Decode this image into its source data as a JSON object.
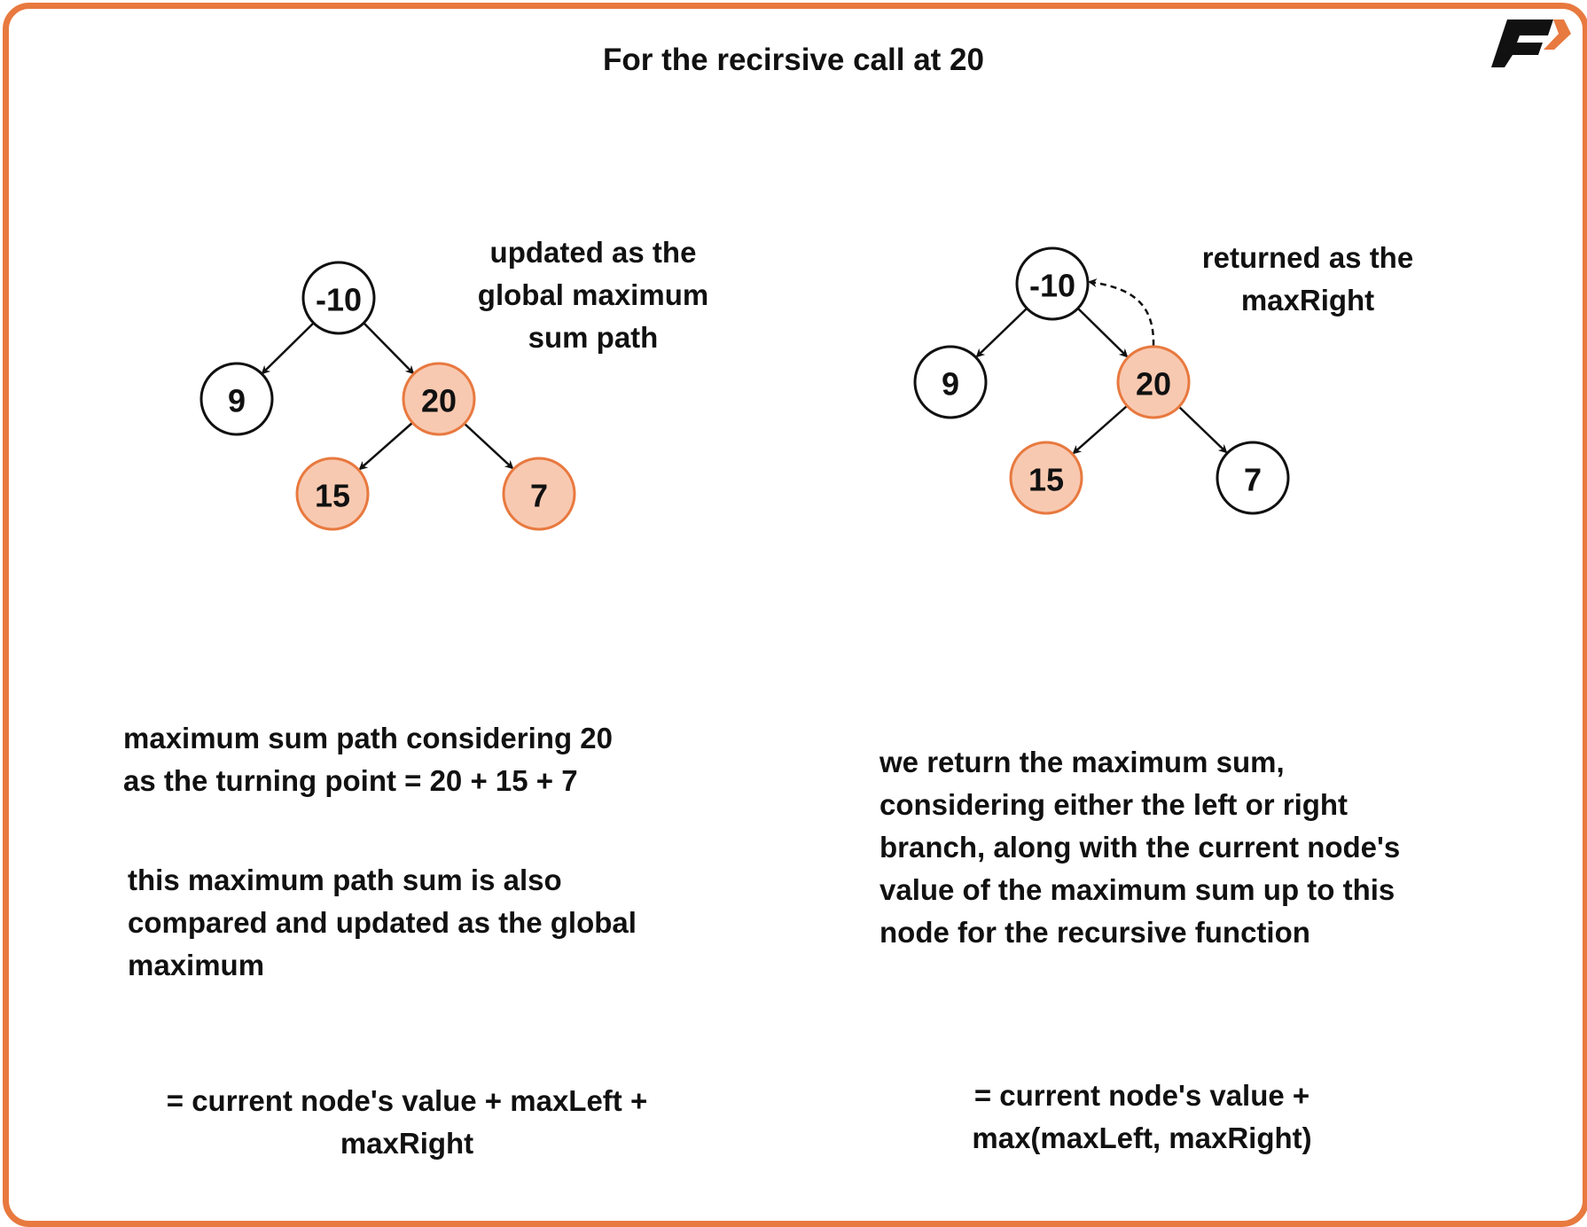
{
  "title": "For the recirsive call at 20",
  "colors": {
    "accent": "#E8793F",
    "highlight_fill": "#F8C9B1"
  },
  "left_tree": {
    "nodes": [
      {
        "value": "-10",
        "highlighted": false
      },
      {
        "value": "9",
        "highlighted": false
      },
      {
        "value": "20",
        "highlighted": true
      },
      {
        "value": "15",
        "highlighted": true
      },
      {
        "value": "7",
        "highlighted": true
      }
    ],
    "note": [
      "updated as the",
      "global maximum",
      "sum path"
    ]
  },
  "right_tree": {
    "nodes": [
      {
        "value": "-10",
        "highlighted": false
      },
      {
        "value": "9",
        "highlighted": false
      },
      {
        "value": "20",
        "highlighted": true
      },
      {
        "value": "15",
        "highlighted": true
      },
      {
        "value": "7",
        "highlighted": false
      }
    ],
    "note": [
      "returned as the",
      "maxRight"
    ]
  },
  "left_text": {
    "block1": [
      "maximum sum path considering 20",
      "as the turning point = 20 + 15 + 7"
    ],
    "block2": [
      "this maximum path sum is also",
      "compared and updated as the global",
      "maximum"
    ],
    "formula": [
      "= current node's value + maxLeft +",
      "maxRight"
    ]
  },
  "right_text": {
    "block1": [
      "we return the maximum sum,",
      "considering either the left or right",
      "branch, along with the current node's",
      "value of the maximum sum up to this",
      "node for the recursive function"
    ],
    "formula": [
      "= current node's value +",
      "max(maxLeft, maxRight)"
    ]
  }
}
